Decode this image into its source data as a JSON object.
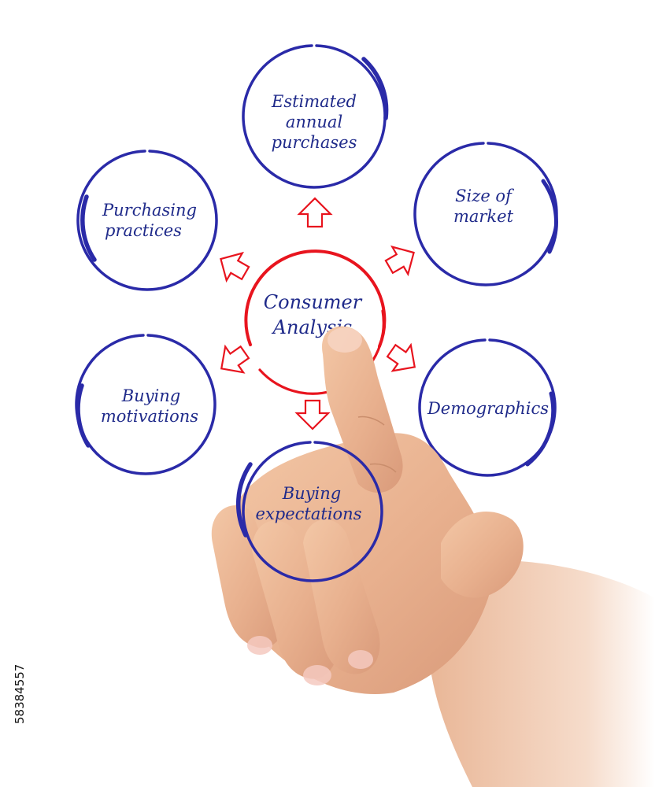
{
  "diagram": {
    "center": {
      "line1": "Consumer",
      "line2": "Analysis"
    },
    "nodes": [
      {
        "lines": [
          "Estimated",
          "annual",
          "purchases"
        ]
      },
      {
        "lines": [
          "Size of",
          "market"
        ]
      },
      {
        "lines": [
          "Demographics"
        ]
      },
      {
        "lines": [
          "Buying",
          "expectations"
        ]
      },
      {
        "lines": [
          "Buying",
          "motivations"
        ]
      },
      {
        "lines": [
          "Purchasing",
          "practices"
        ]
      }
    ]
  },
  "stock_id": "58384557",
  "colors": {
    "node_ring": "#2a2aa8",
    "center_ring": "#e8141e",
    "arrow": "#e8141e",
    "text": "#1f2a8a"
  }
}
